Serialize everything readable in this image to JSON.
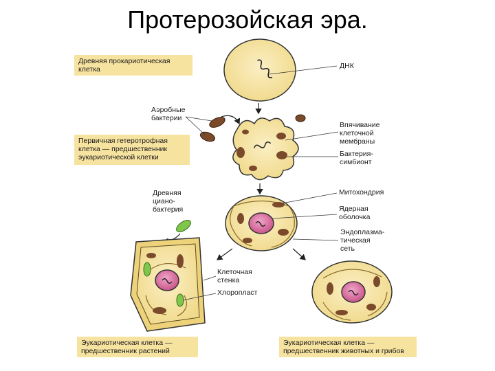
{
  "title": "Протерозойская эра.",
  "captions": {
    "prokaryote": "Древняя прокариотическая клетка",
    "heterotroph": "Первичная гетеротрофная клетка — предшественник эукариотической клетки",
    "plant_precursor": "Эукариотическая клетка — предшественник растений",
    "animal_precursor": "Эукариотическая клетка — предшественник животных и грибов"
  },
  "labels": {
    "dna": "ДНК",
    "aerobic_bacteria": "Аэробные\nбактерии",
    "membrane_invagination": "Впячивание\nклеточной\nмембраны",
    "symbiont": "Бактерия-\nсимбионт",
    "cyanobacteria": "Древняя\nциано-\nбактерия",
    "mitochondrion": "Митохондрия",
    "nuclear_envelope": "Ядерная\nоболочка",
    "er": "Эндоплазма-\nтическая\nсеть",
    "cell_wall": "Клеточная\nстенка",
    "chloroplast": "Хлоропласт"
  },
  "colors": {
    "cytoplasm": "#f6e4a4",
    "caption_bg": "#f7e3a0",
    "mitochondrion": "#7a4a2a",
    "nucleus": "#d97aa6",
    "chloroplast": "#7ec74a",
    "outline": "#3a3a3a"
  }
}
